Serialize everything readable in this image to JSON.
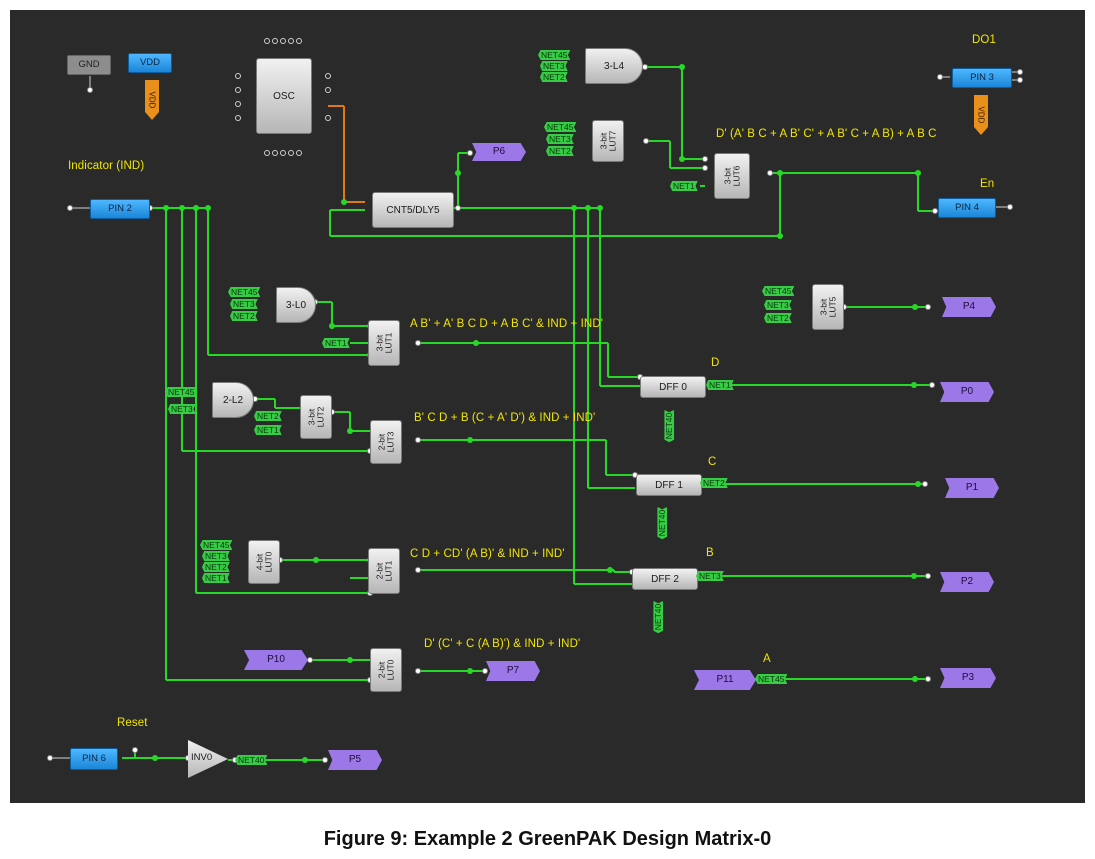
{
  "caption": "Figure 9: Example 2 GreenPAK Design Matrix-0",
  "labels": {
    "indicator": "Indicator (IND)",
    "reset": "Reset",
    "do1": "DO1",
    "en": "En",
    "eq_d_out": "D' (A' B C + A B' C' + A B' C + A B) + A B C",
    "eq_d": "A B' + A' B C D + A B C' & IND + IND'",
    "eq_c": "B' C D + B (C + A' D') & IND + IND'",
    "eq_b": "C D + CD' (A B)' & IND + IND'",
    "eq_a": "D' (C' + C (A B)') & IND + IND'",
    "state_d": "D",
    "state_c": "C",
    "state_b": "B",
    "state_a": "A"
  },
  "pins": {
    "gnd": "GND",
    "vdd": "VDD",
    "vdd_tag": "VDD",
    "pin2": "PIN 2",
    "pin3": "PIN 3",
    "pin4": "PIN 4",
    "pin6": "PIN 6"
  },
  "ports": {
    "p6": "P6",
    "p4": "P4",
    "p0": "P0",
    "p1": "P1",
    "p2": "P2",
    "p10": "P10",
    "p7": "P7",
    "p11": "P11",
    "p3": "P3",
    "p5": "P5"
  },
  "blocks": {
    "osc": "OSC",
    "cnt5": "CNT5/DLY5",
    "l4": "3-L4",
    "l0": "3-L0",
    "l2": "2-L2",
    "lut7": "3-bit\nLUT7",
    "lut6": "3-bit\nLUT6",
    "lut5": "3-bit\nLUT5",
    "lut1_3": "3-bit\nLUT1",
    "lut2_3": "3-bit\nLUT2",
    "lut3_2": "2-bit\nLUT3",
    "lut0_4": "4-bit\nLUT0",
    "lut1_2": "2-bit\nLUT1",
    "lut0_2": "2-bit\nLUT0",
    "dff0": "DFF 0",
    "dff1": "DFF 1",
    "dff2": "DFF 2",
    "inv0": "INV0"
  },
  "nets": {
    "net45": "NET45",
    "net3": "NET3",
    "net2": "NET2",
    "net1": "NET1",
    "net40": "NET40"
  },
  "colors": {
    "background": "#2a2a2a",
    "wire": "#27d827",
    "clock_wire": "#e07a10",
    "pin": "#2a9bec",
    "port": "#9b77e8",
    "net_tag": "#38cc46",
    "label": "#f2e600"
  }
}
